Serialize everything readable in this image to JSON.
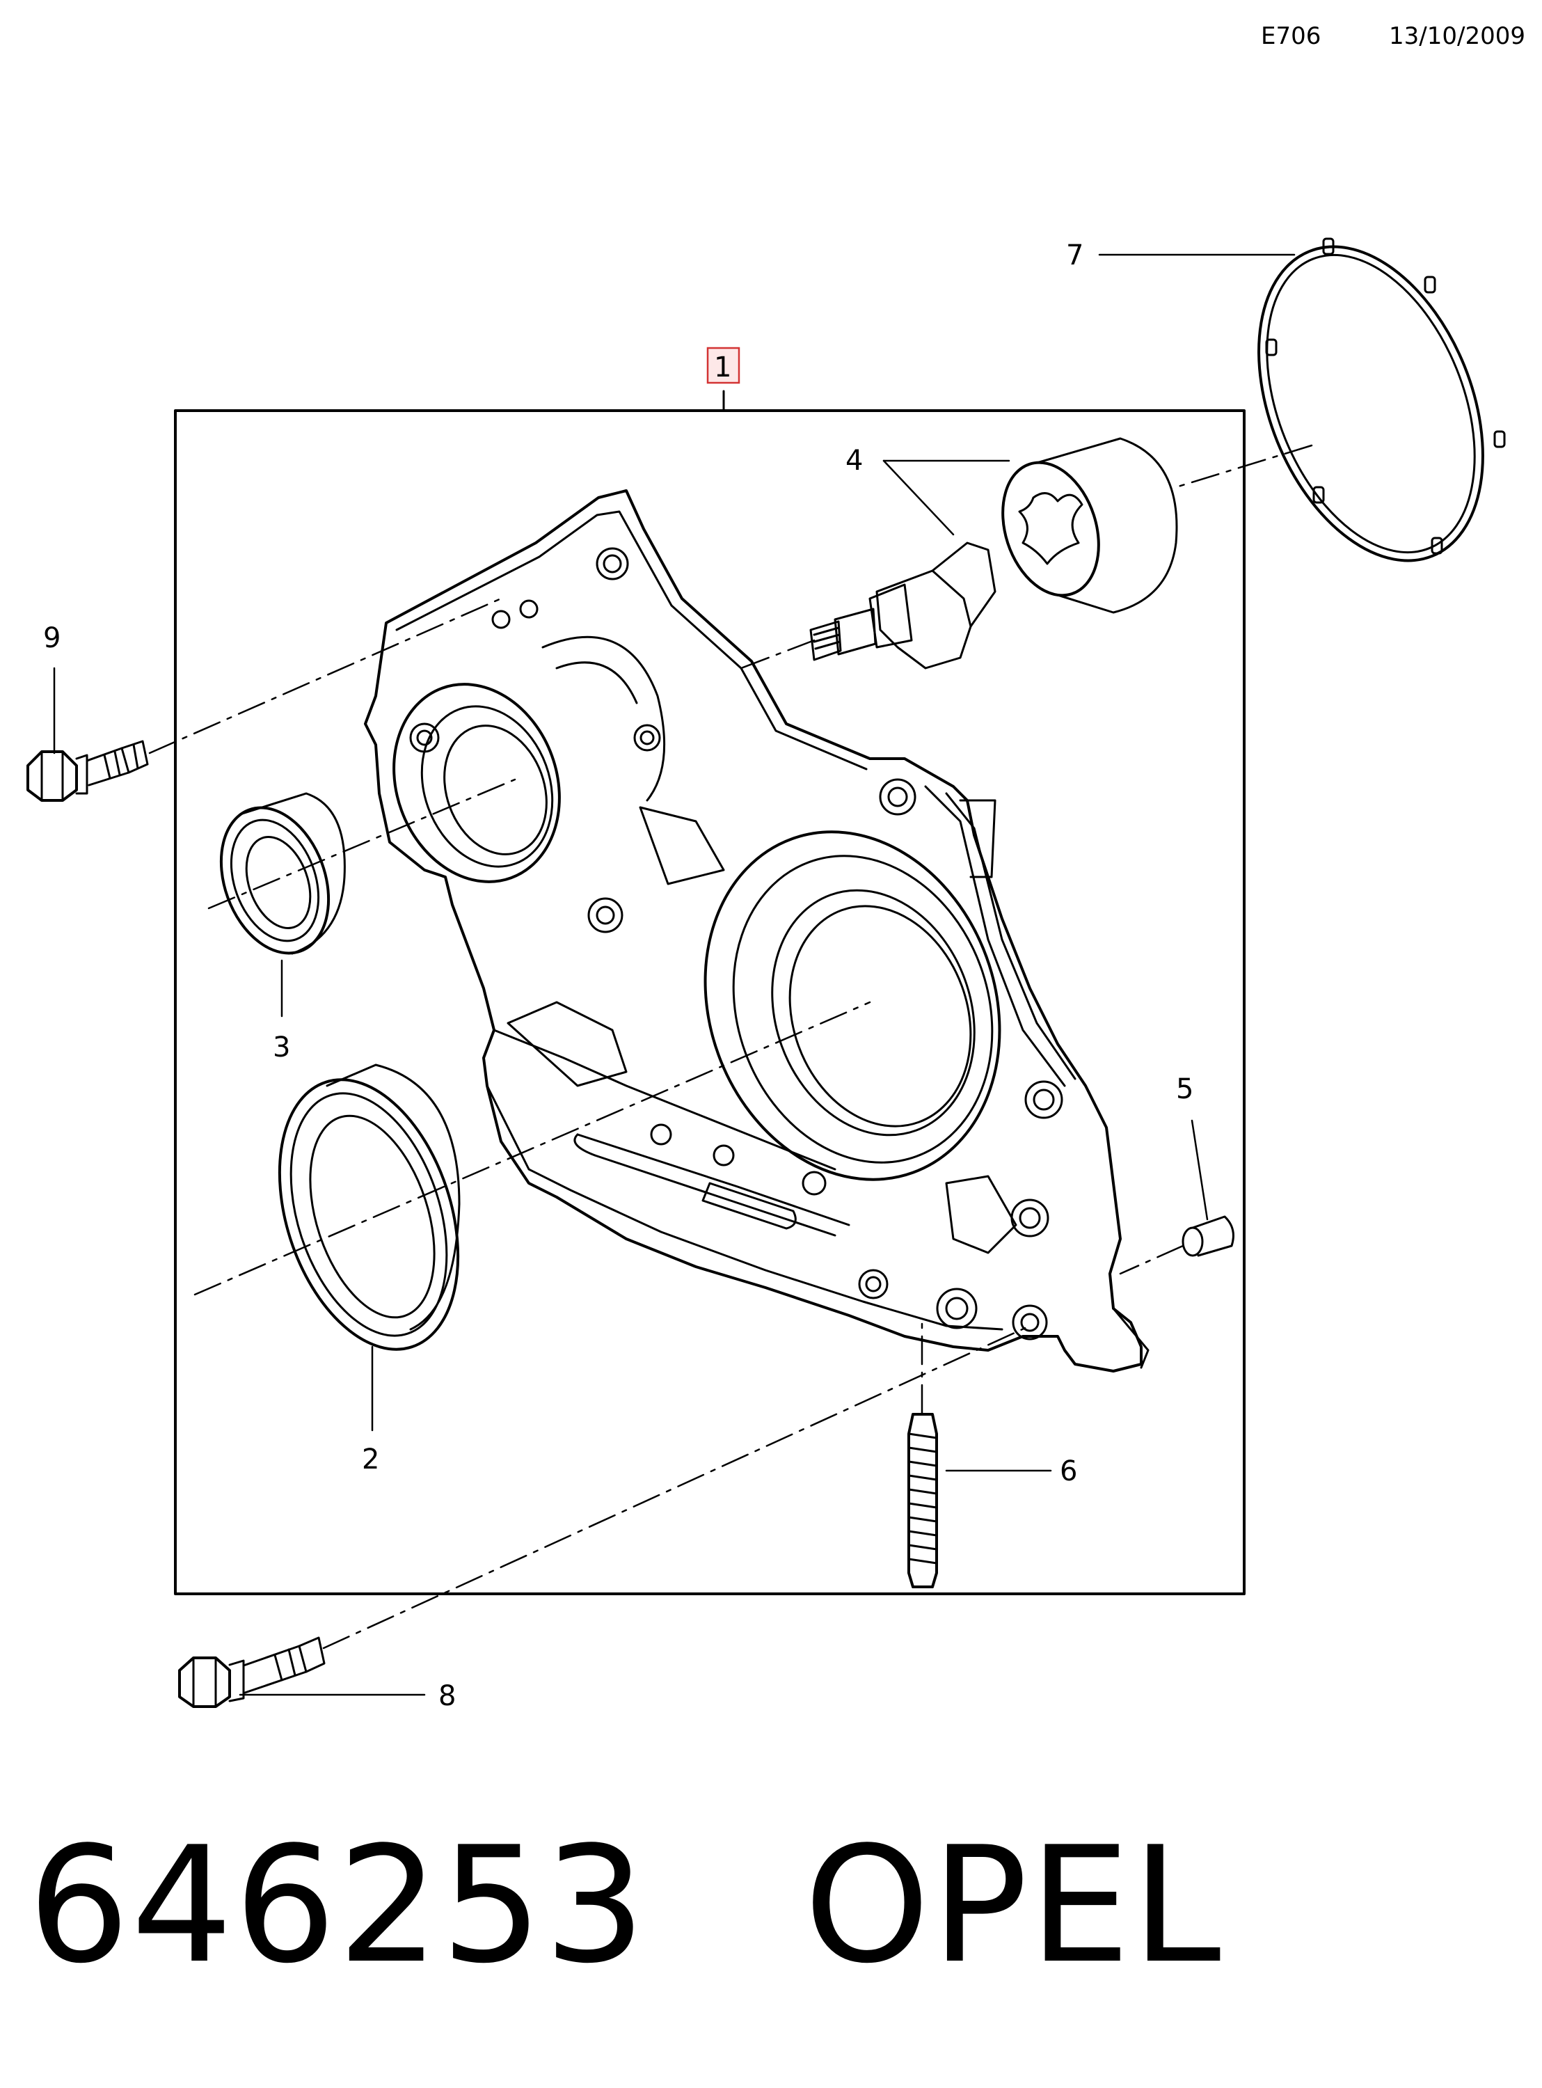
{
  "header": {
    "code": "E706",
    "date": "13/10/2009"
  },
  "callouts": [
    {
      "id": "1",
      "label": "1",
      "highlighted": true
    },
    {
      "id": "2",
      "label": "2"
    },
    {
      "id": "3",
      "label": "3"
    },
    {
      "id": "4",
      "label": "4"
    },
    {
      "id": "5",
      "label": "5"
    },
    {
      "id": "6",
      "label": "6"
    },
    {
      "id": "7",
      "label": "7"
    },
    {
      "id": "8",
      "label": "8"
    },
    {
      "id": "9",
      "label": "9"
    }
  ],
  "footer": {
    "part_number": "646253",
    "brand": "OPEL"
  },
  "colors": {
    "line": "#000000",
    "highlight_fill": "#fde8e8",
    "highlight_stroke": "#d33333"
  }
}
